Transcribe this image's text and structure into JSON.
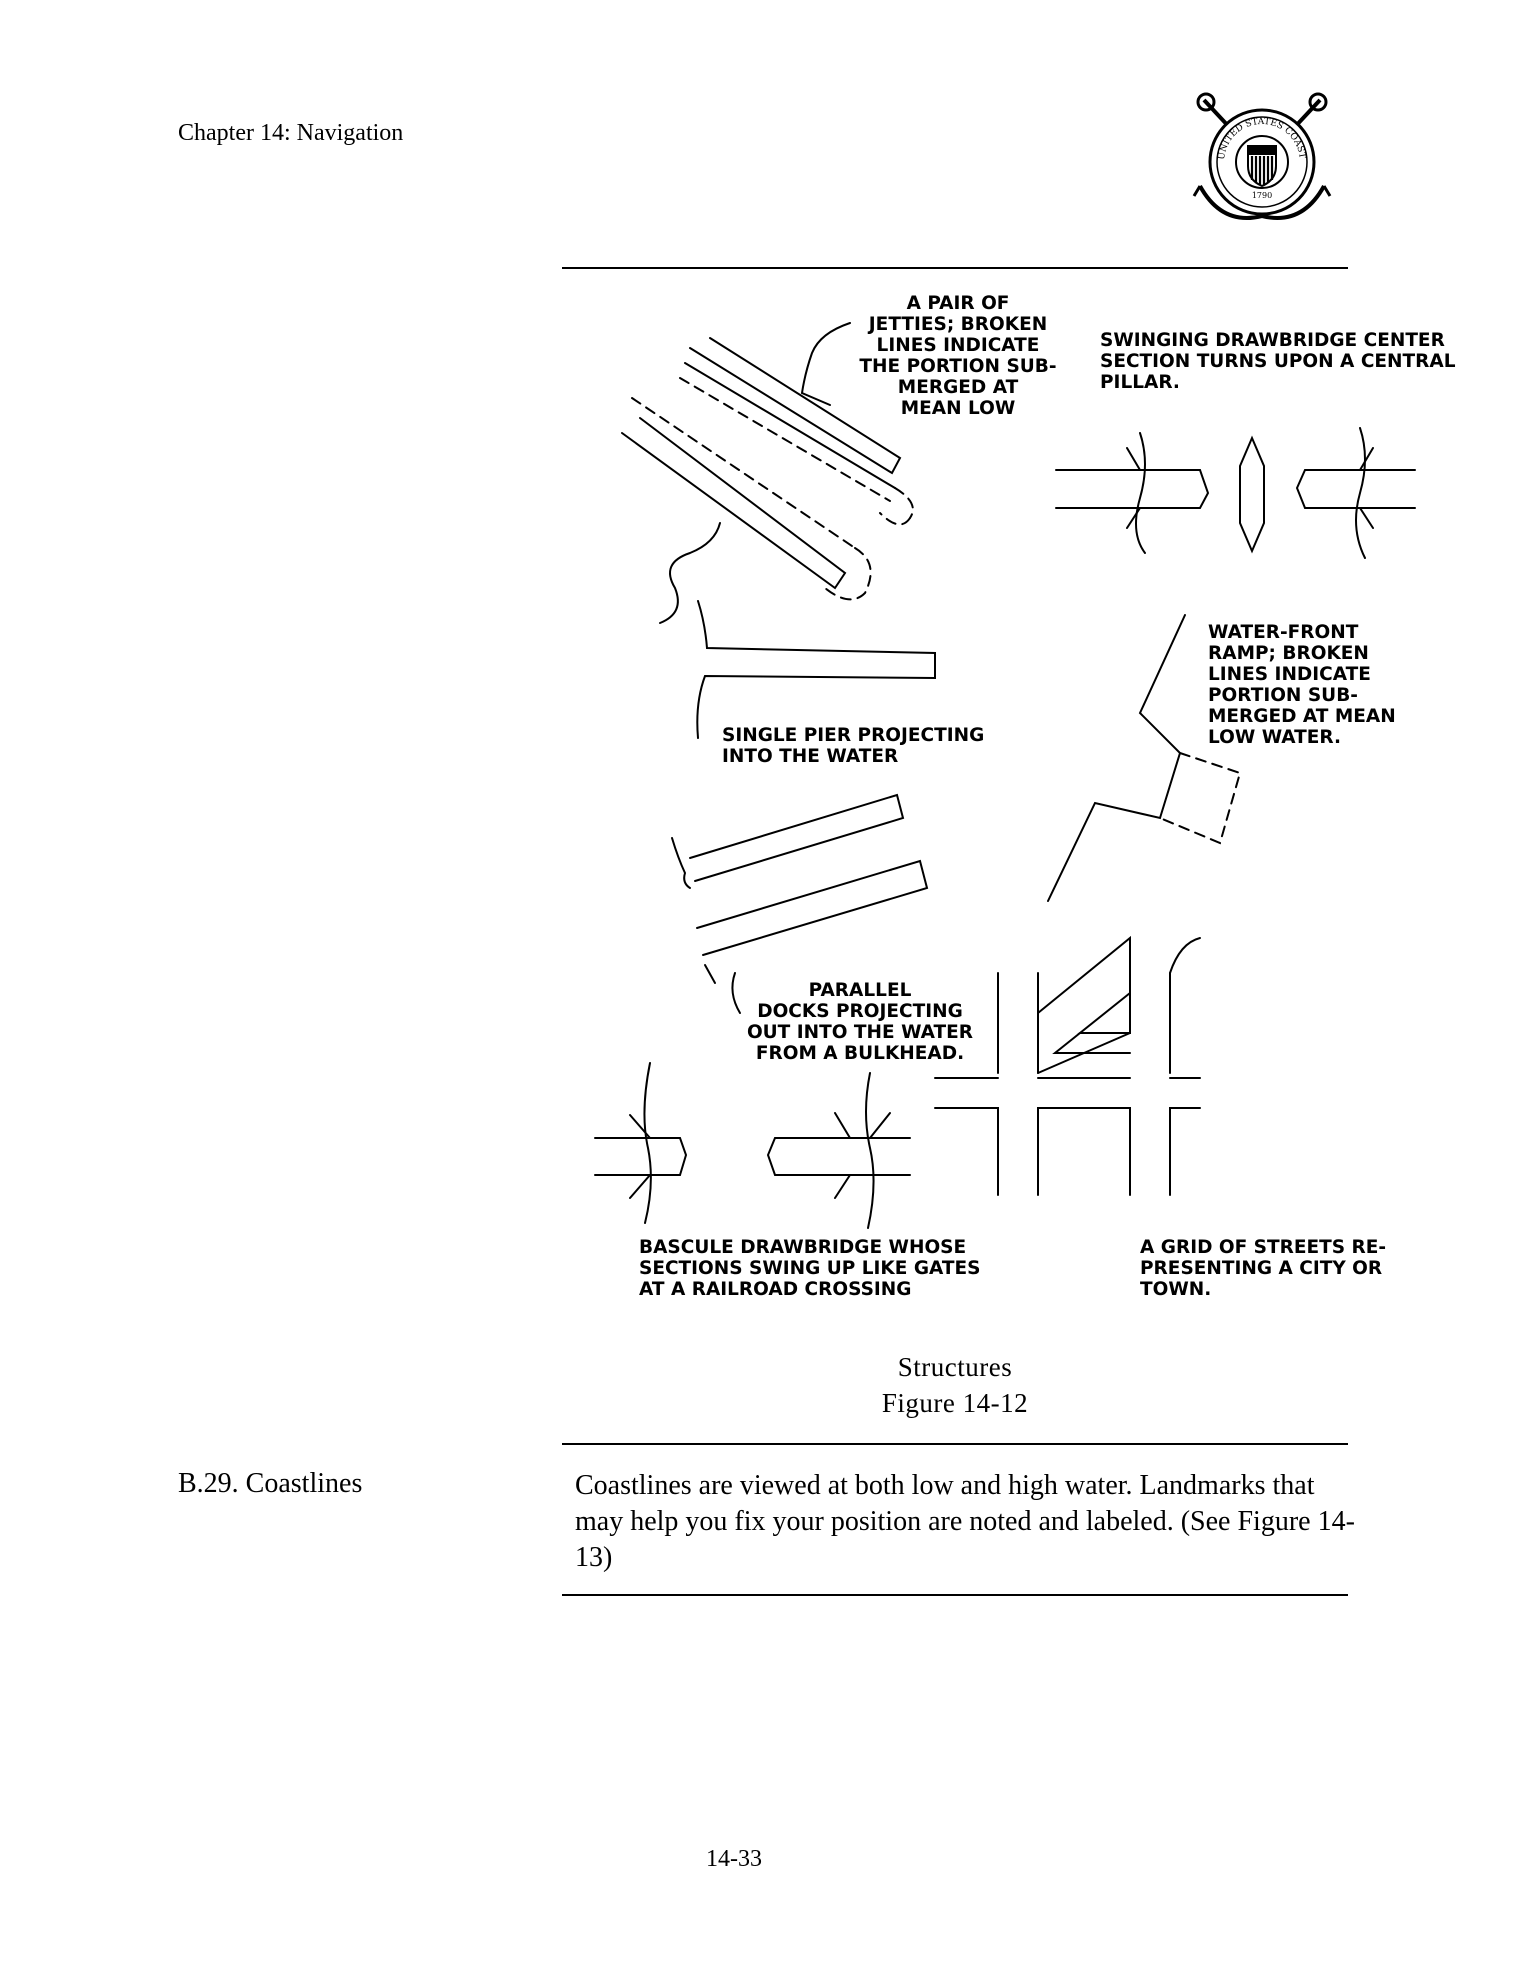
{
  "header": {
    "chapter": "Chapter 14:  Navigation",
    "seal_text": "UNITED STATES COAST GUARD",
    "seal_year": "1790"
  },
  "figure": {
    "labels": {
      "jetties": [
        "A PAIR OF",
        "JETTIES; BROKEN",
        "LINES INDICATE",
        "THE PORTION SUB-",
        "MERGED AT",
        "MEAN LOW"
      ],
      "swinging": [
        "SWINGING DRAWBRIDGE CENTER",
        "SECTION TURNS UPON A CENTRAL",
        "PILLAR."
      ],
      "ramp": [
        "WATER-FRONT",
        "RAMP; BROKEN",
        "LINES INDICATE",
        "PORTION SUB-",
        "MERGED AT MEAN",
        "LOW WATER."
      ],
      "pier": [
        "SINGLE PIER PROJECTING",
        "INTO THE WATER"
      ],
      "docks": [
        "PARALLEL",
        "DOCKS PROJECTING",
        "OUT INTO THE WATER",
        "FROM A BULKHEAD."
      ],
      "bascule": [
        "BASCULE DRAWBRIDGE WHOSE",
        "SECTIONS SWING UP LIKE GATES",
        "AT A RAILROAD CROSSING"
      ],
      "grid": [
        "A GRID OF STREETS RE-",
        "PRESENTING A CITY OR",
        "TOWN."
      ]
    },
    "caption_title": "Structures",
    "caption_number": "Figure 14-12"
  },
  "section": {
    "heading": "B.29.  Coastlines",
    "body": "Coastlines are viewed at both low and high water. Landmarks that may help you fix your position are noted and labeled.  (See Figure 14-13)"
  },
  "footer": {
    "page_number": "14-33"
  }
}
